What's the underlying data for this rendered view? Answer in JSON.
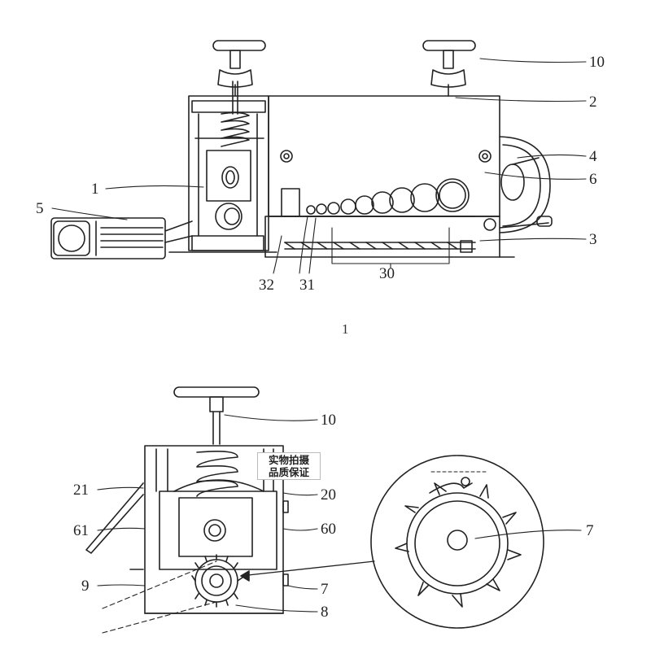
{
  "figure": {
    "caption": "1",
    "stamp_line1": "实物拍摄",
    "stamp_line2": "品质保证"
  },
  "top_view_labels": {
    "l10": "10",
    "l2": "2",
    "l4": "4",
    "l6": "6",
    "l1": "1",
    "l5": "5",
    "l3": "3",
    "l32": "32",
    "l31": "31",
    "l30": "30"
  },
  "side_view_labels": {
    "l10": "10",
    "l21": "21",
    "l20": "20",
    "l61": "61",
    "l60": "60",
    "l9": "9",
    "l7": "7",
    "l8": "8"
  },
  "detail_view_labels": {
    "l7": "7"
  },
  "colors": {
    "line": "#222222",
    "label": "#222222"
  }
}
